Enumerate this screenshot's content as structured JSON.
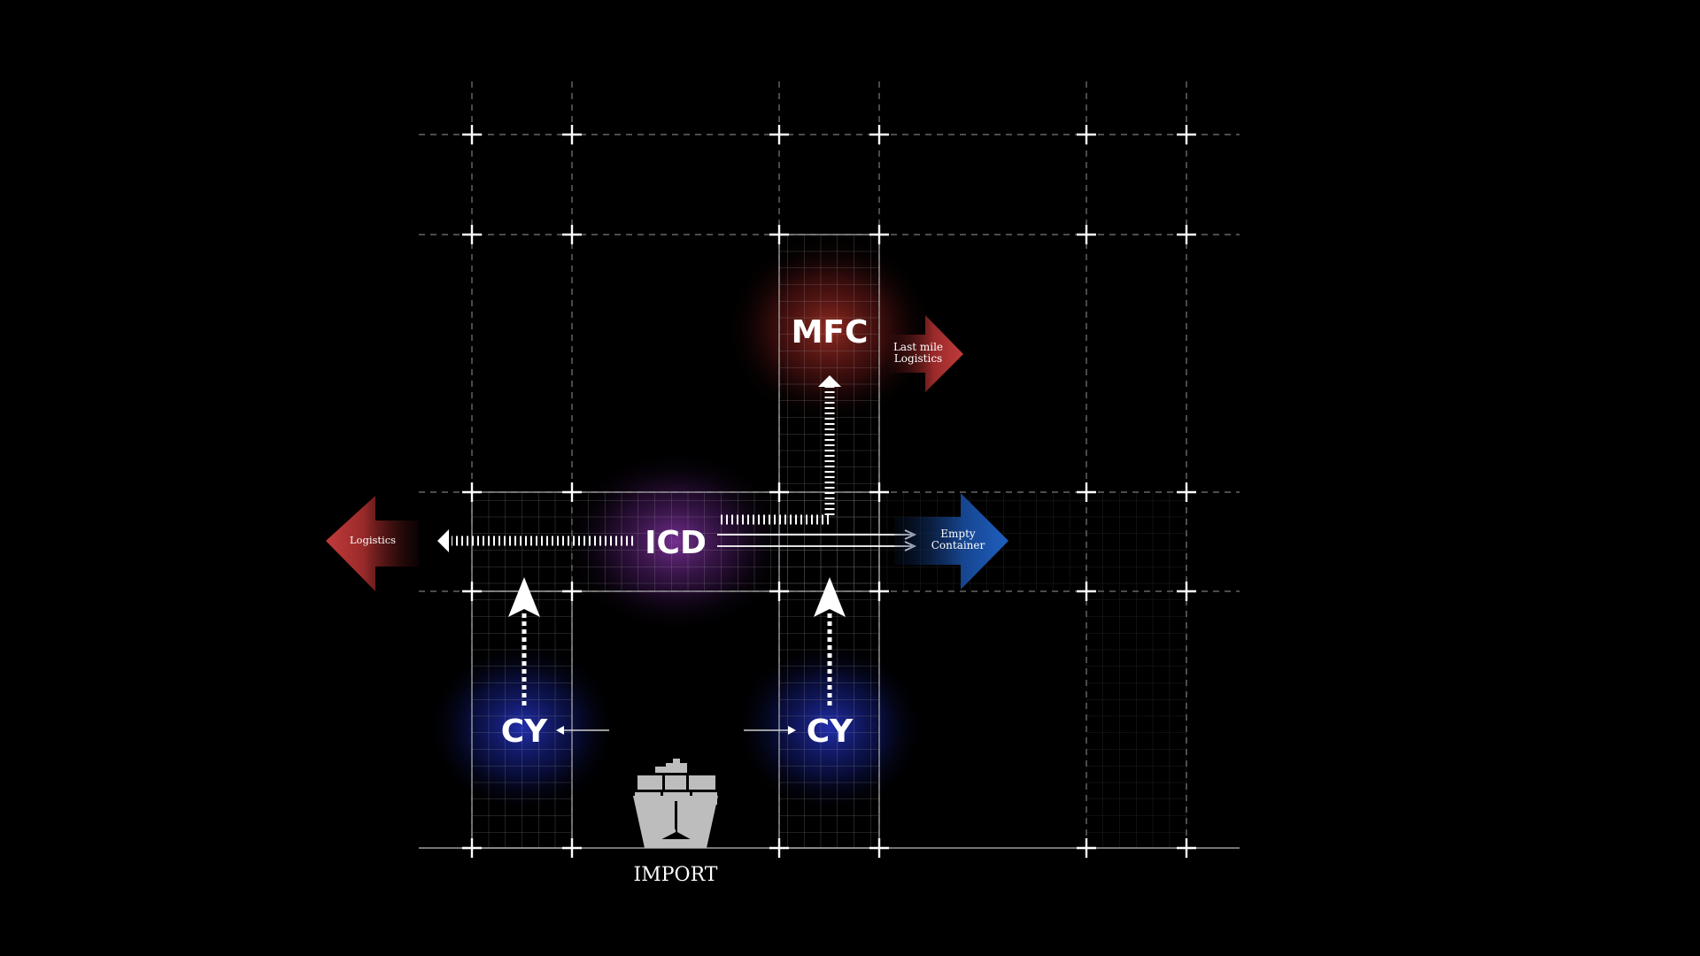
{
  "nodes": {
    "mfc": "MFC",
    "icd": "ICD",
    "cy_left": "CY",
    "cy_right": "CY"
  },
  "flows": {
    "last_mile_line1": "Last mile",
    "last_mile_line2": "Logistics",
    "logistics": "Logistics",
    "empty_line1": "Empty",
    "empty_line2": "Container"
  },
  "ship": {
    "icon": "container-ship-icon",
    "label": "IMPORT"
  },
  "colors": {
    "background": "#000000",
    "grid_line": "#8a8a8a",
    "crosshair": "#ffffff",
    "glow_red": "#c0392b",
    "glow_purple": "#8e44ad",
    "glow_blue": "#2035d0",
    "arrow_red": "#b03030",
    "arrow_blue": "#1a4fa0",
    "ship": "#bdbdbd"
  }
}
